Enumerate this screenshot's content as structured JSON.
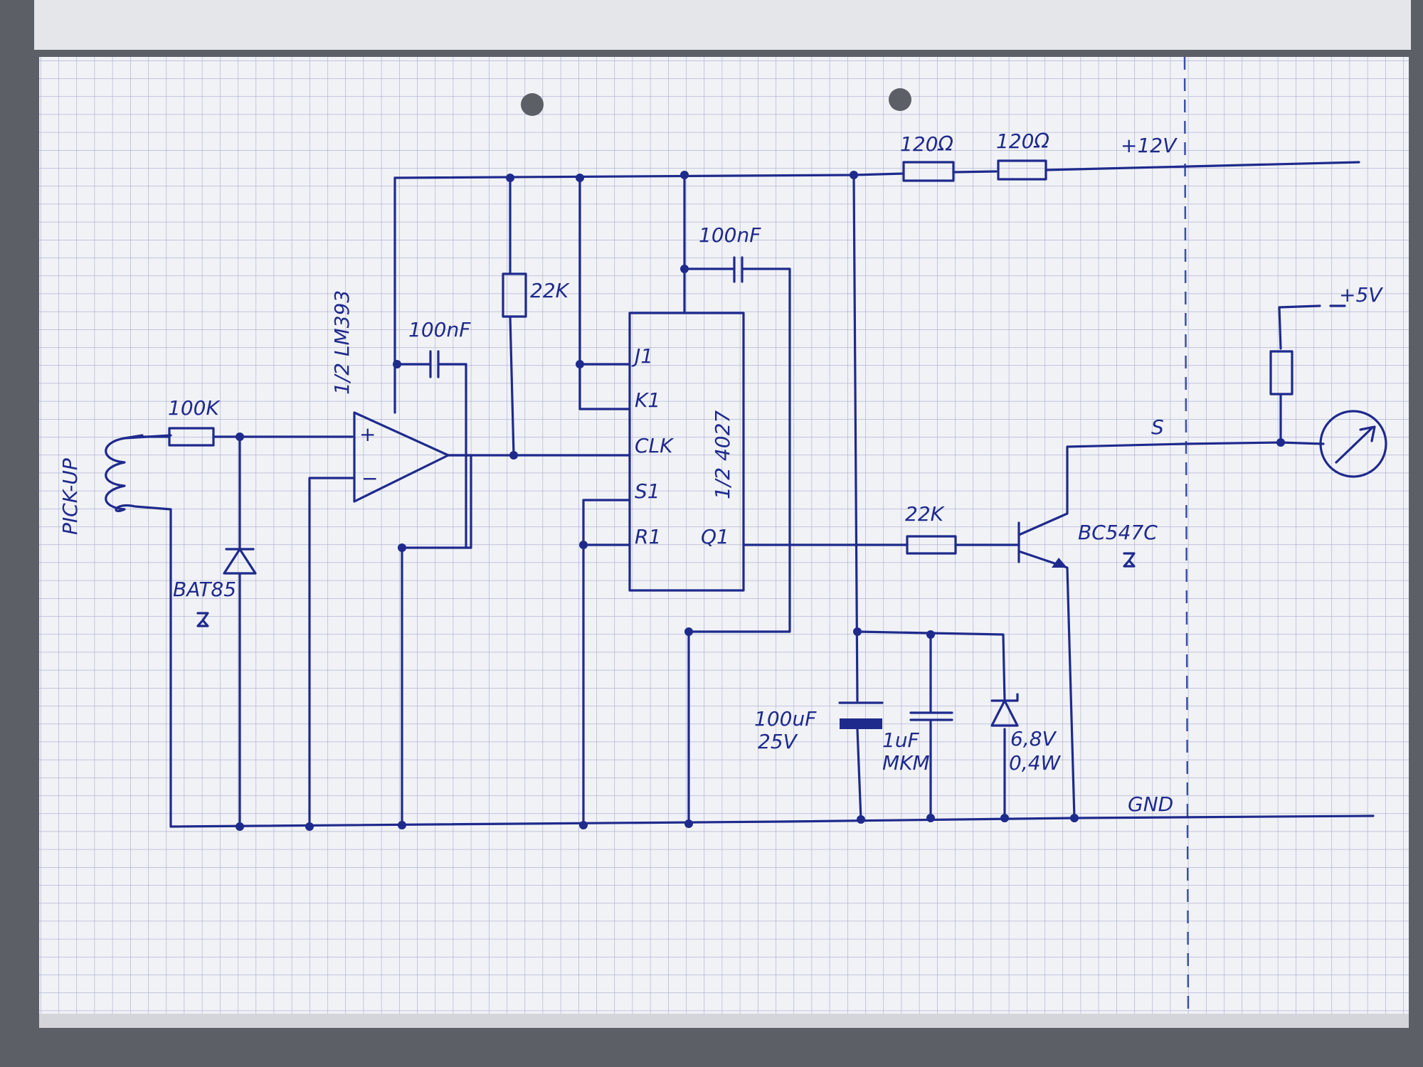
{
  "colors": {
    "ink": "#1e2a8c",
    "paper": "#f1f2f6",
    "grid": "#a3aacb",
    "background": "#5c6066"
  },
  "labels": {
    "pickup": "PICK-UP",
    "r_input": "100K",
    "diode1": "BAT85",
    "comparator": "1/2 LM393",
    "c_comp": "100nF",
    "r_pullup": "22K",
    "c_ff": "100nF",
    "flipflop": "1/2 4027",
    "pin_j": "J1",
    "pin_k": "K1",
    "pin_clk": "CLK",
    "pin_s": "S1",
    "pin_r": "R1",
    "pin_q": "Q1",
    "plus": "+",
    "minus": "−",
    "r_supply1": "120Ω",
    "r_supply2": "120Ω",
    "vplus12": "+12V",
    "vplus5": "+5V",
    "signal": "S",
    "r_base": "22K",
    "transistor": "BC547C",
    "c_bulk_value": "100uF",
    "c_bulk_voltage": "25V",
    "c_mkm_value": "1uF",
    "c_mkm_type": "MKM",
    "zener_voltage": "6,8V",
    "zener_power": "0,4W",
    "gnd": "GND"
  }
}
